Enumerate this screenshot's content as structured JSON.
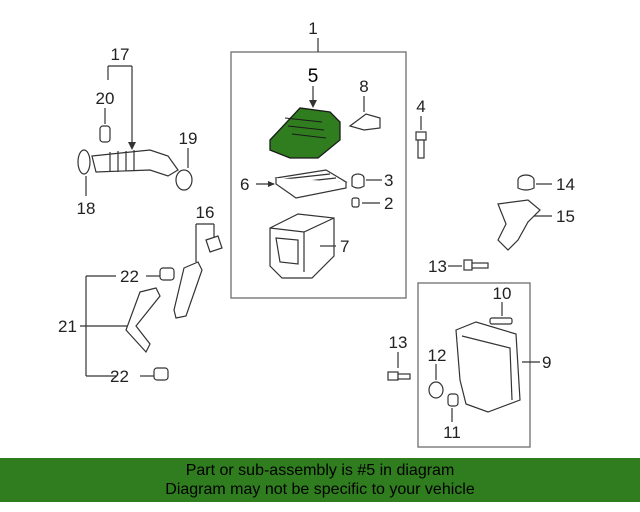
{
  "callouts": {
    "c1": "1",
    "c2": "2",
    "c3": "3",
    "c4": "4",
    "c5": "5",
    "c6": "6",
    "c7": "7",
    "c8": "8",
    "c9": "9",
    "c10": "10",
    "c11": "11",
    "c12": "12",
    "c13a": "13",
    "c13b": "13",
    "c14": "14",
    "c15": "15",
    "c16": "16",
    "c17": "17",
    "c18": "18",
    "c19": "19",
    "c20": "20",
    "c21": "21",
    "c22a": "22",
    "c22b": "22"
  },
  "banner": {
    "line1": "Part or sub-assembly is #5 in diagram",
    "line2": "Diagram may not be specific to your vehicle"
  },
  "colors": {
    "highlight": "#2f7d1e",
    "banner": "#2f7d1e"
  }
}
